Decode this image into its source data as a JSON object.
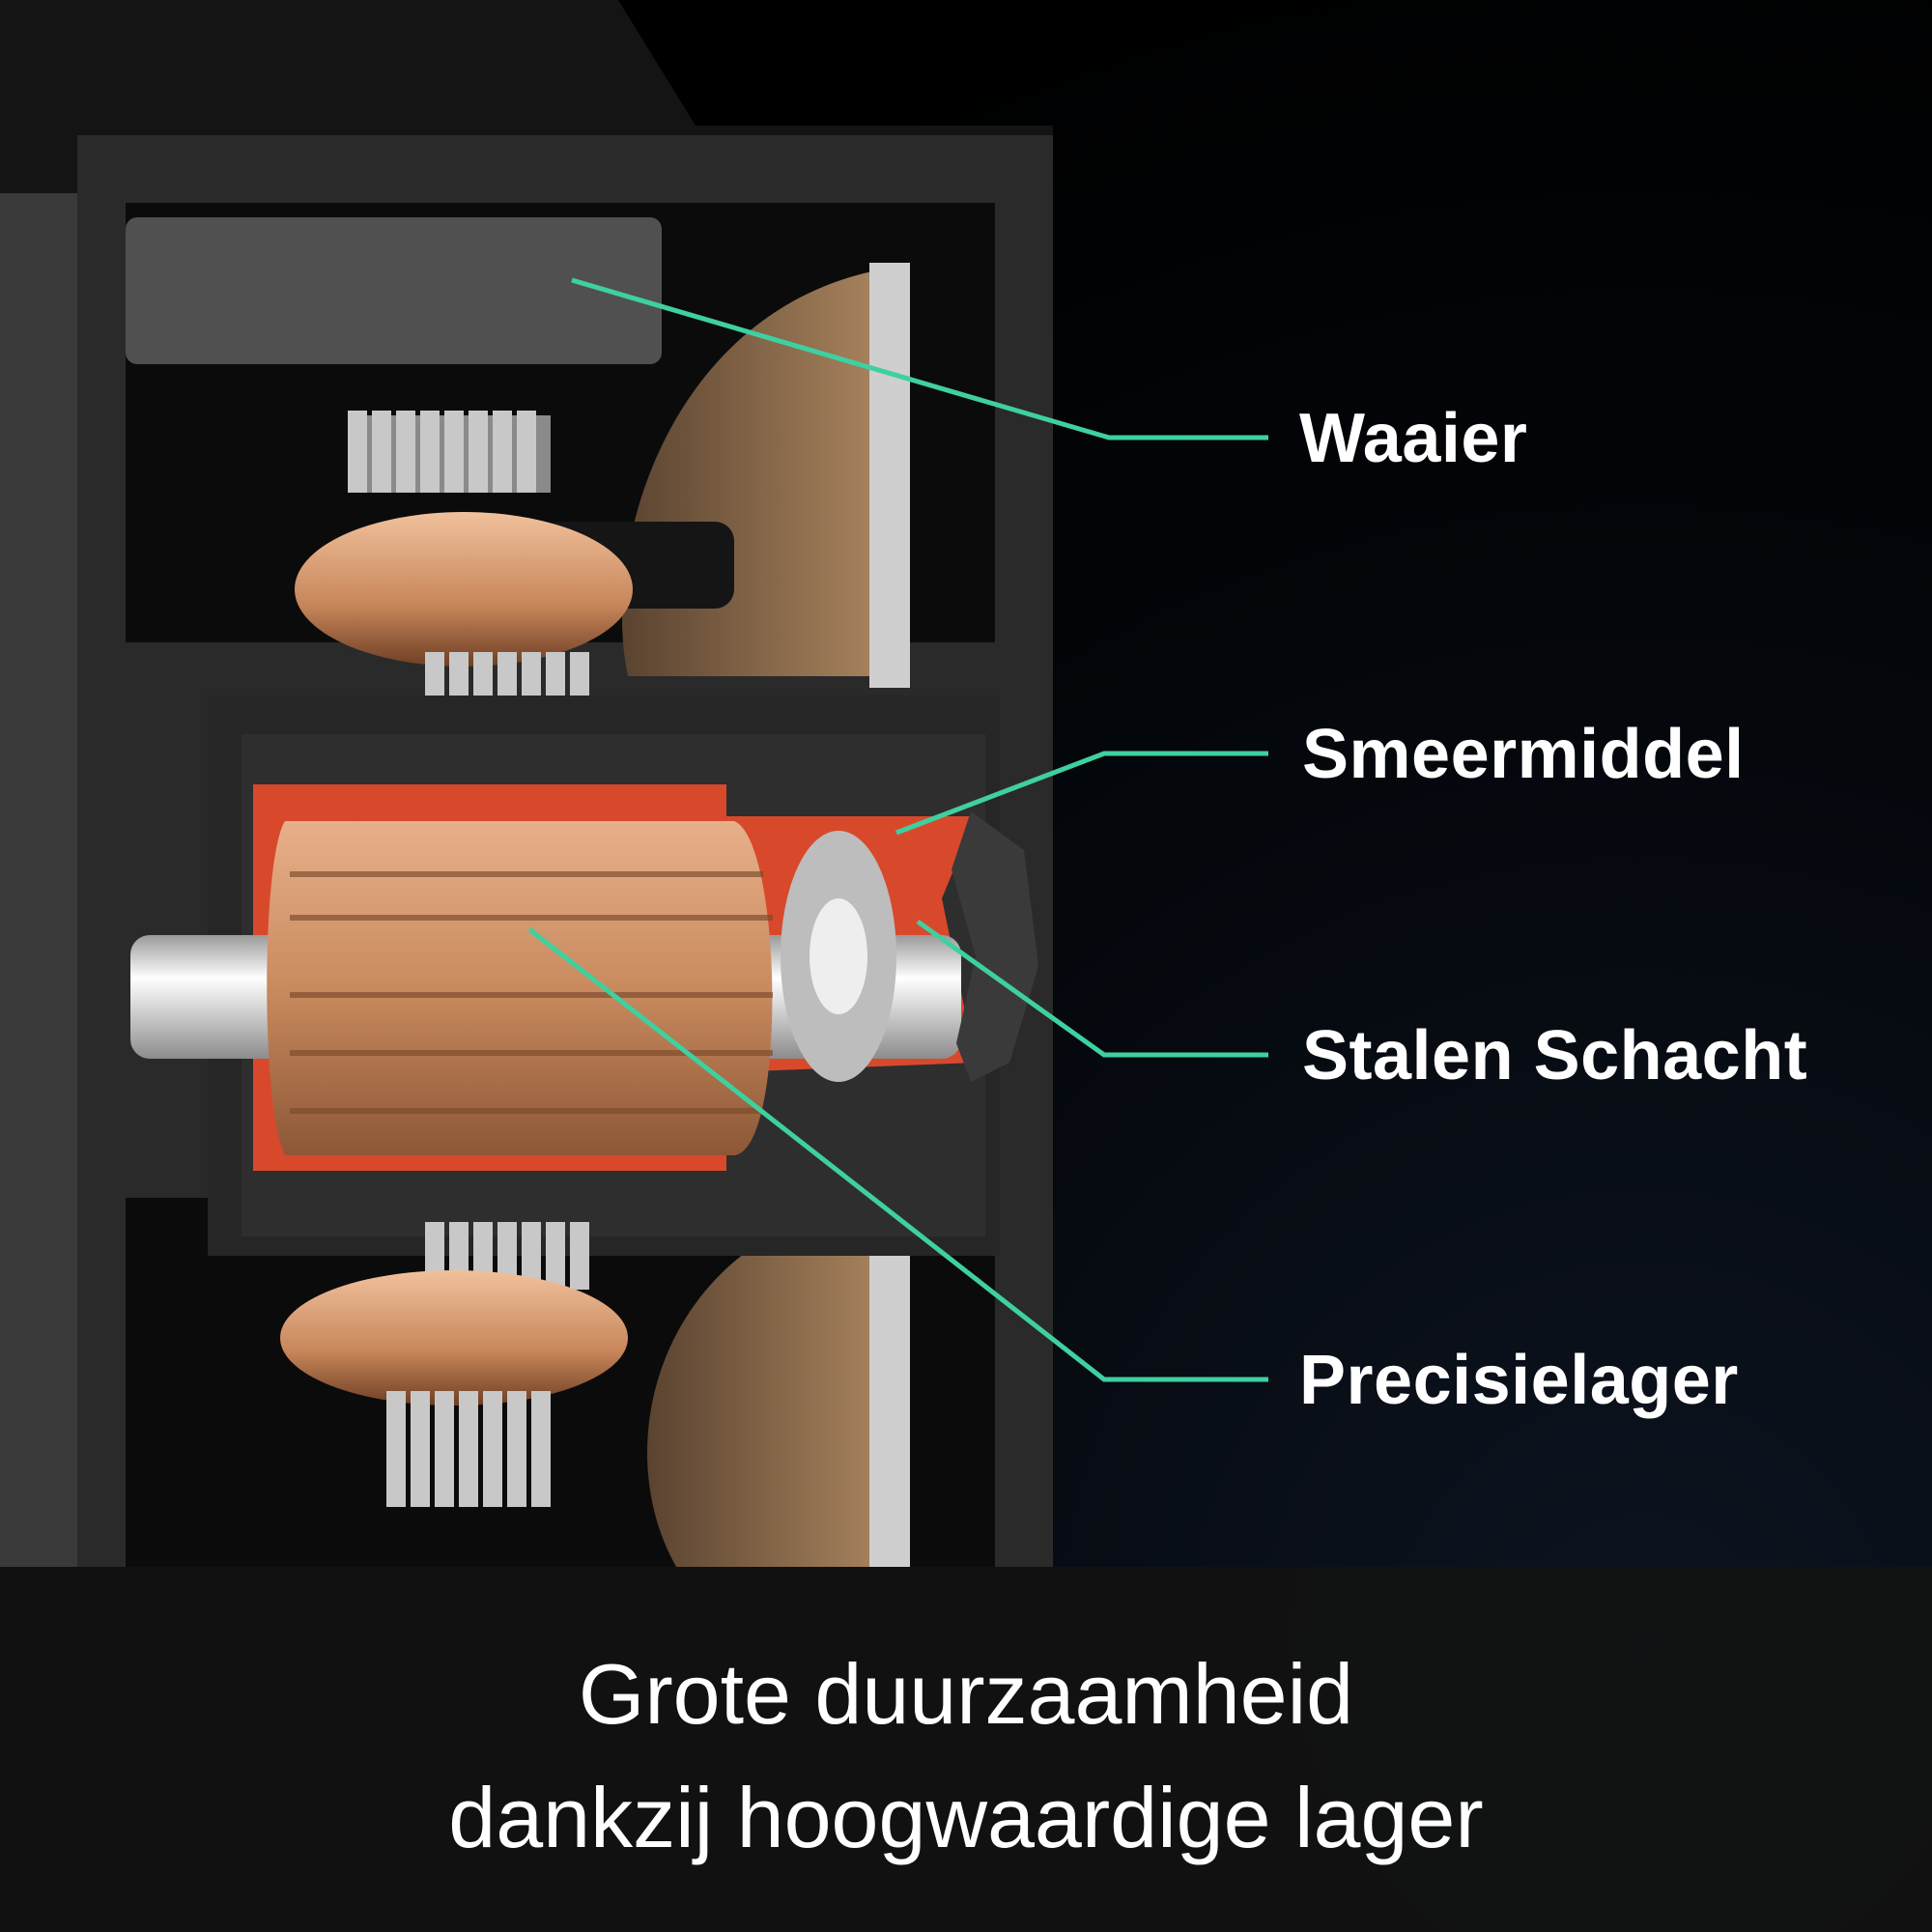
{
  "callouts": [
    {
      "id": "waaier",
      "label": "Waaier"
    },
    {
      "id": "smeermiddel",
      "label": "Smeermiddel"
    },
    {
      "id": "stalen-schacht",
      "label": "Stalen Schacht"
    },
    {
      "id": "precisielager",
      "label": "Precisielager"
    }
  ],
  "caption": {
    "line1": "Grote duurzaamheid",
    "line2": "dankzij hoogwaardige lager"
  },
  "colors": {
    "callout_line": "#3fd0a0",
    "housing": "#2b2b2b",
    "lubricant": "#d8492c",
    "copper": "#c98a5e",
    "steel": "#d8d8d8"
  }
}
